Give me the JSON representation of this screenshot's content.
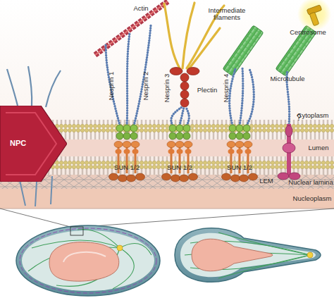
{
  "diagram": {
    "nodes": [
      {
        "text": [
          "NPC"
        ]
      }
    ],
    "labels": [
      "Actin",
      "Intermediate filaments",
      "Centrosome",
      "Nesprin 1",
      "Nesprin 2",
      "Plectin",
      "Nesprin 3",
      "Microtubule",
      "Nesprin 4",
      "?",
      "Cytoplasm",
      "Lumen",
      "SUN 1/2",
      "SUN 1/2",
      "SUN 1/2",
      "LEM",
      "Nuclear lamina",
      "Nucleoplasm"
    ]
  }
}
